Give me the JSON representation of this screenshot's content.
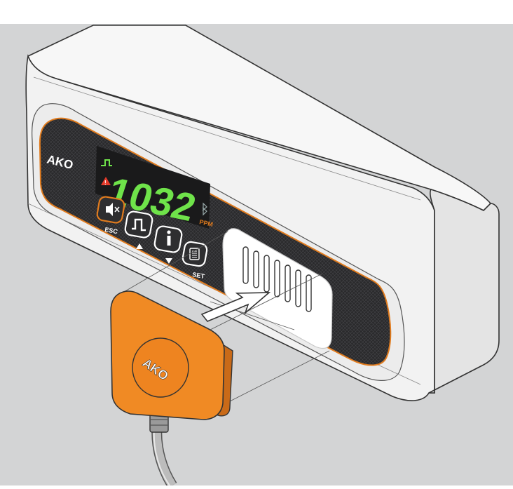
{
  "display": {
    "reading": "1032",
    "unit": "PPM"
  },
  "brand": {
    "logo_text": "AKO",
    "sensor_logo_text": "AKO"
  },
  "buttons": {
    "mute_label": "ESC",
    "set_label": "SET"
  },
  "colors": {
    "background": "#d3d4d5",
    "housing": "#f4f4f4",
    "panel": "#2b2b2d",
    "panel_accent": "#e07b1e",
    "display_digits": "#6fe34a",
    "sensor_cap": "#f08a24",
    "alarm_icon": "#e53a2a"
  },
  "icons": [
    "mute-icon",
    "pulse-icon",
    "info-icon",
    "menu-icon",
    "alarm-icon",
    "bluetooth-icon",
    "insert-arrow-icon"
  ]
}
